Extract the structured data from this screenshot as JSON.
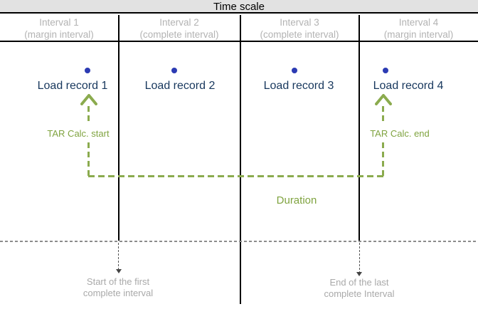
{
  "header": {
    "title": "Time scale"
  },
  "intervals": [
    {
      "name": "Interval 1",
      "subtitle": "(margin interval)"
    },
    {
      "name": "Interval 2",
      "subtitle": "(complete interval)"
    },
    {
      "name": "Interval 3",
      "subtitle": "(complete interval)"
    },
    {
      "name": "Interval 4",
      "subtitle": "(margin interval)"
    }
  ],
  "load_records": [
    "Load record 1",
    "Load record 2",
    "Load record 3",
    "Load record 4"
  ],
  "tar": {
    "start_label": "TAR Calc. start",
    "end_label": "TAR Calc. end",
    "duration_label": "Duration"
  },
  "footnotes": {
    "start_line1": "Start of the first",
    "start_line2": "complete interval",
    "end_line1": "End of the last",
    "end_line2": "complete Interval"
  },
  "colors": {
    "accent_green": "#8bab4e",
    "green_text": "#7fa33f",
    "record_blue": "#2c3bb3",
    "record_text": "#17375d",
    "muted_gray": "#a9a9a9",
    "label_gray": "#b3b3b3",
    "header_bg": "#e2e2e2"
  }
}
